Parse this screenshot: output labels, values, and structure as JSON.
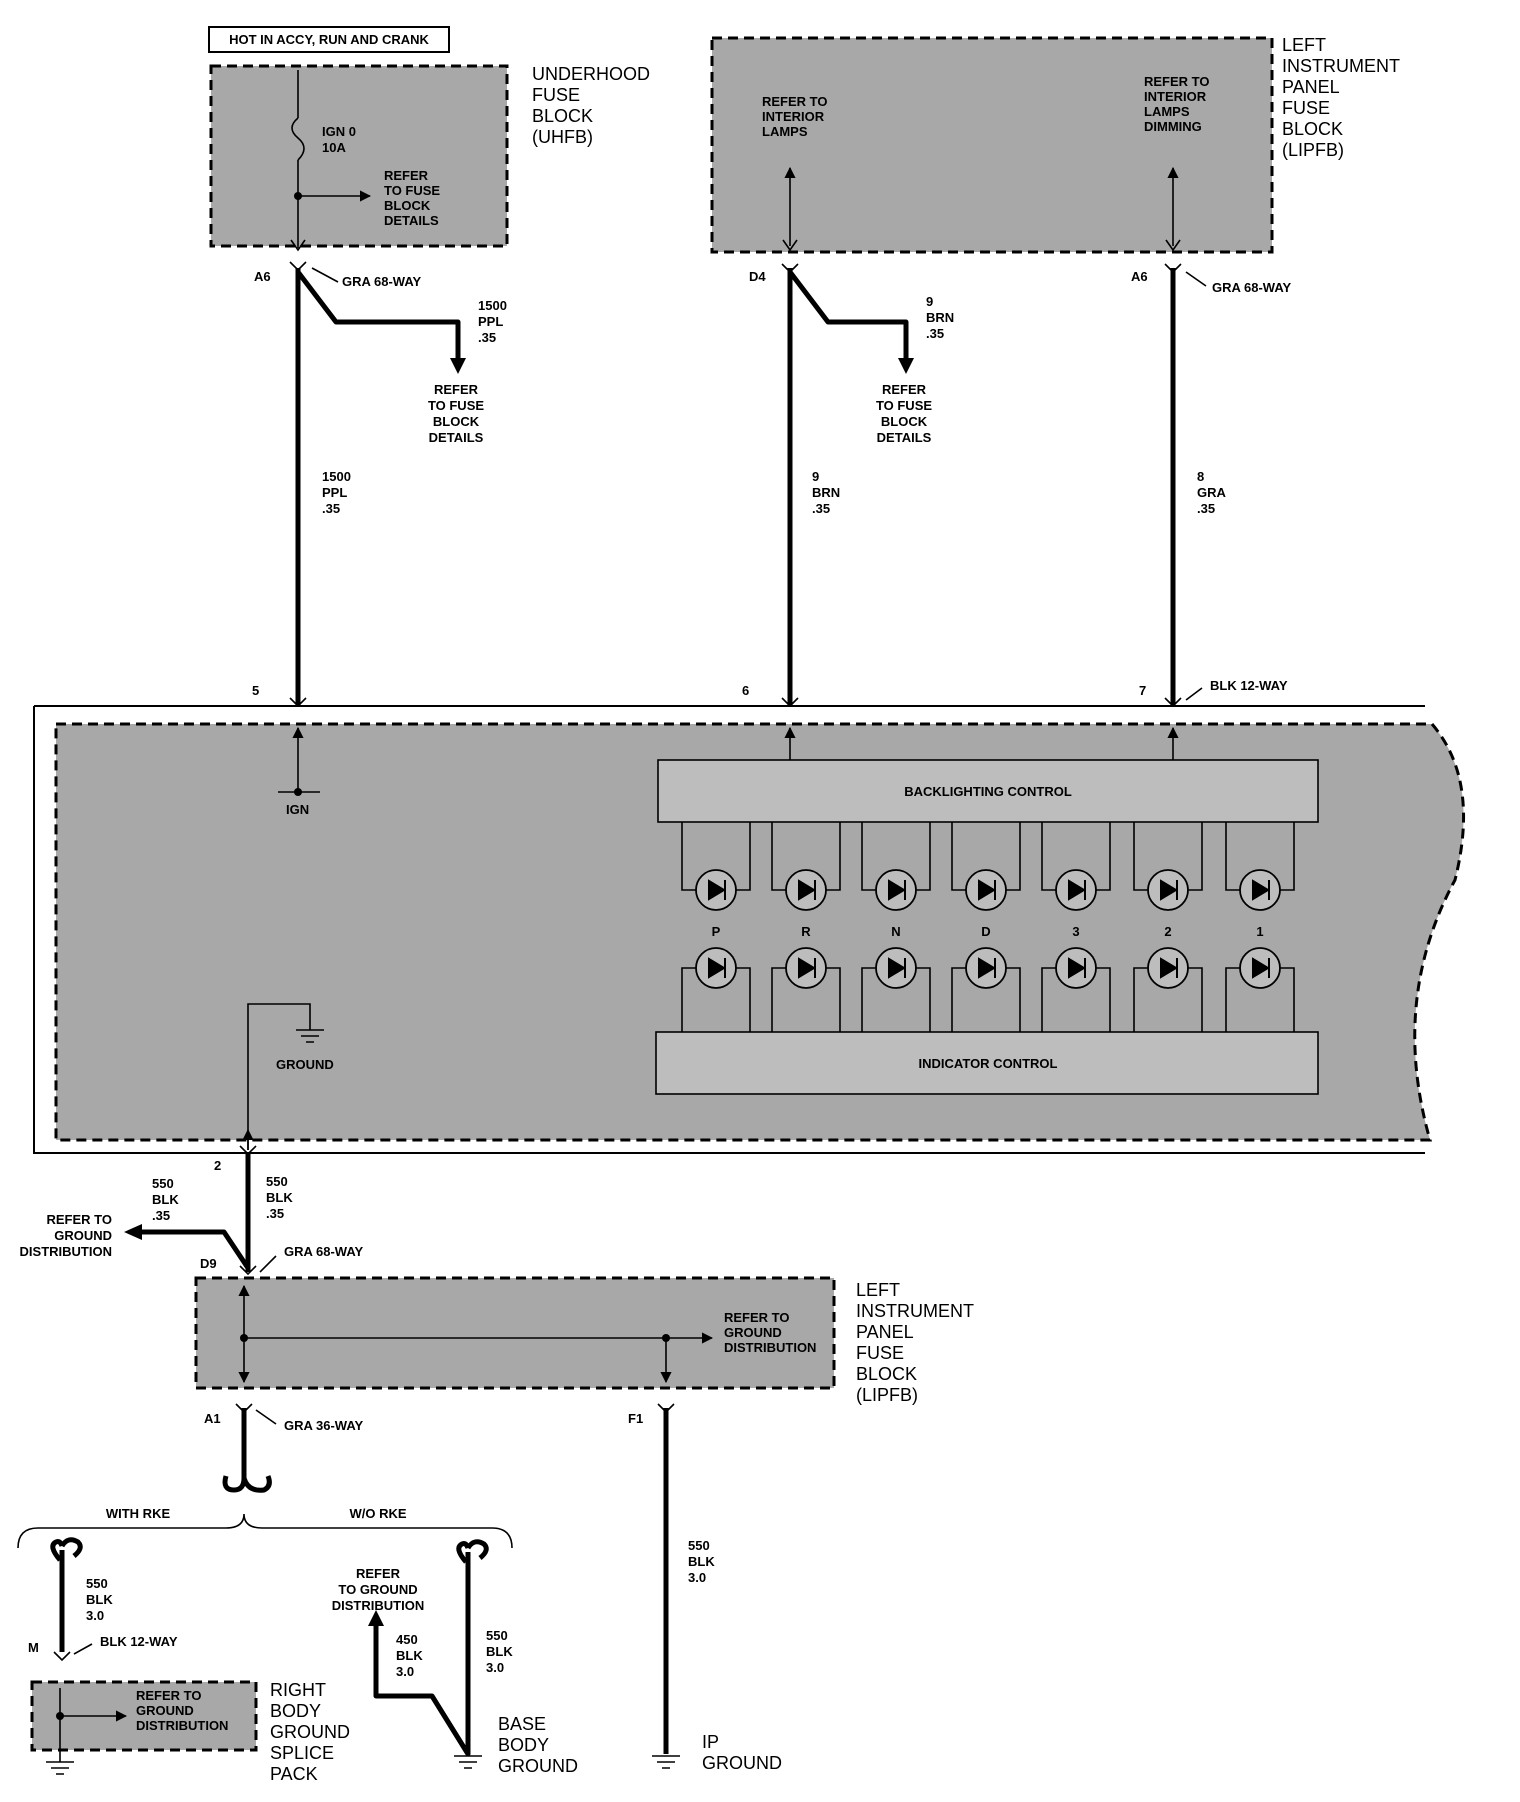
{
  "top_left": {
    "hot_label": "HOT IN ACCY, RUN AND CRANK",
    "uhfb_title": [
      "UNDERHOOD",
      "FUSE",
      "BLOCK",
      "(UHFB)"
    ],
    "fuse_name": [
      "IGN 0",
      "10A"
    ],
    "refer_fuse": [
      "REFER",
      "TO FUSE",
      "BLOCK",
      "DETAILS"
    ],
    "pin": "A6",
    "connector": "GRA 68-WAY",
    "branch_wire": [
      "1500",
      "PPL",
      ".35"
    ],
    "branch_refer": [
      "REFER",
      "TO FUSE",
      "BLOCK",
      "DETAILS"
    ],
    "main_wire": [
      "1500",
      "PPL",
      ".35"
    ]
  },
  "top_right": {
    "lipfb_title": [
      "LEFT",
      "INSTRUMENT",
      "PANEL",
      "FUSE",
      "BLOCK",
      "(LIPFB)"
    ],
    "refer_interior": [
      "REFER TO",
      "INTERIOR",
      "LAMPS"
    ],
    "refer_dimming": [
      "REFER TO",
      "INTERIOR",
      "LAMPS",
      "DIMMING"
    ],
    "pin_left": "D4",
    "pin_right": "A6",
    "connector": "GRA 68-WAY",
    "branch_wire": [
      "9",
      "BRN",
      ".35"
    ],
    "branch_refer": [
      "REFER",
      "TO FUSE",
      "BLOCK",
      "DETAILS"
    ],
    "wire_left": [
      "9",
      "BRN",
      ".35"
    ],
    "wire_right": [
      "8",
      "GRA",
      ".35"
    ]
  },
  "module": {
    "pin_5": "5",
    "pin_6": "6",
    "pin_7": "7",
    "connector": "BLK 12-WAY",
    "ign": "IGN",
    "ground": "GROUND",
    "backlighting": "BACKLIGHTING CONTROL",
    "indicator": "INDICATOR CONTROL",
    "gears": [
      "P",
      "R",
      "N",
      "D",
      "3",
      "2",
      "1"
    ],
    "pin_2": "2"
  },
  "lower": {
    "wire_left": [
      "550",
      "BLK",
      ".35"
    ],
    "wire_main": [
      "550",
      "BLK",
      ".35"
    ],
    "refer_ground": [
      "REFER TO",
      "GROUND",
      "DISTRIBUTION"
    ],
    "pin_d9": "D9",
    "connector_d9": "GRA 68-WAY",
    "lipfb_title": [
      "LEFT",
      "INSTRUMENT",
      "PANEL",
      "FUSE",
      "BLOCK",
      "(LIPFB)"
    ],
    "lipfb_refer": [
      "REFER TO",
      "GROUND",
      "DISTRIBUTION"
    ],
    "pin_a1": "A1",
    "connector_a1": "GRA 36-WAY",
    "pin_f1": "F1",
    "with_rke": "WITH RKE",
    "wo_rke": "W/O RKE",
    "wire_rke": [
      "550",
      "BLK",
      "3.0"
    ],
    "pin_m": "M",
    "connector_m": "BLK 12-WAY",
    "splice_refer": [
      "REFER TO",
      "GROUND",
      "DISTRIBUTION"
    ],
    "splice_title": [
      "RIGHT",
      "BODY",
      "GROUND",
      "SPLICE",
      "PACK"
    ],
    "base_refer": [
      "REFER",
      "TO GROUND",
      "DISTRIBUTION"
    ],
    "wire_450": [
      "450",
      "BLK",
      "3.0"
    ],
    "wire_base": [
      "550",
      "BLK",
      "3.0"
    ],
    "base_title": [
      "BASE",
      "BODY",
      "GROUND"
    ],
    "wire_ip": [
      "550",
      "BLK",
      "3.0"
    ],
    "ip_title": [
      "IP",
      "GROUND"
    ]
  }
}
